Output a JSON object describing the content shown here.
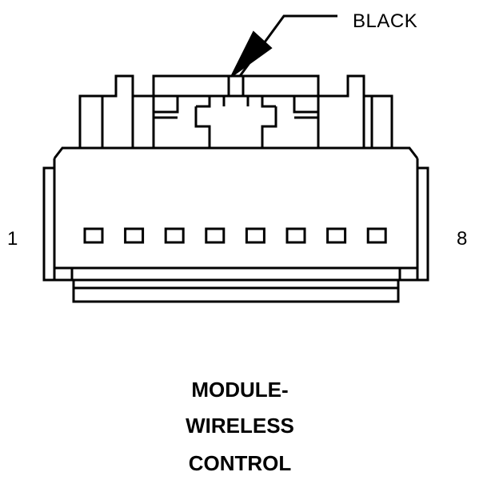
{
  "connector": {
    "color_label": "BLACK",
    "pin_first": "1",
    "pin_last": "8",
    "pin_count": 8
  },
  "caption": {
    "lines": [
      "MODULE-",
      "WIRELESS",
      "CONTROL"
    ]
  },
  "colors": {
    "line": "#000000",
    "background": "#ffffff"
  }
}
